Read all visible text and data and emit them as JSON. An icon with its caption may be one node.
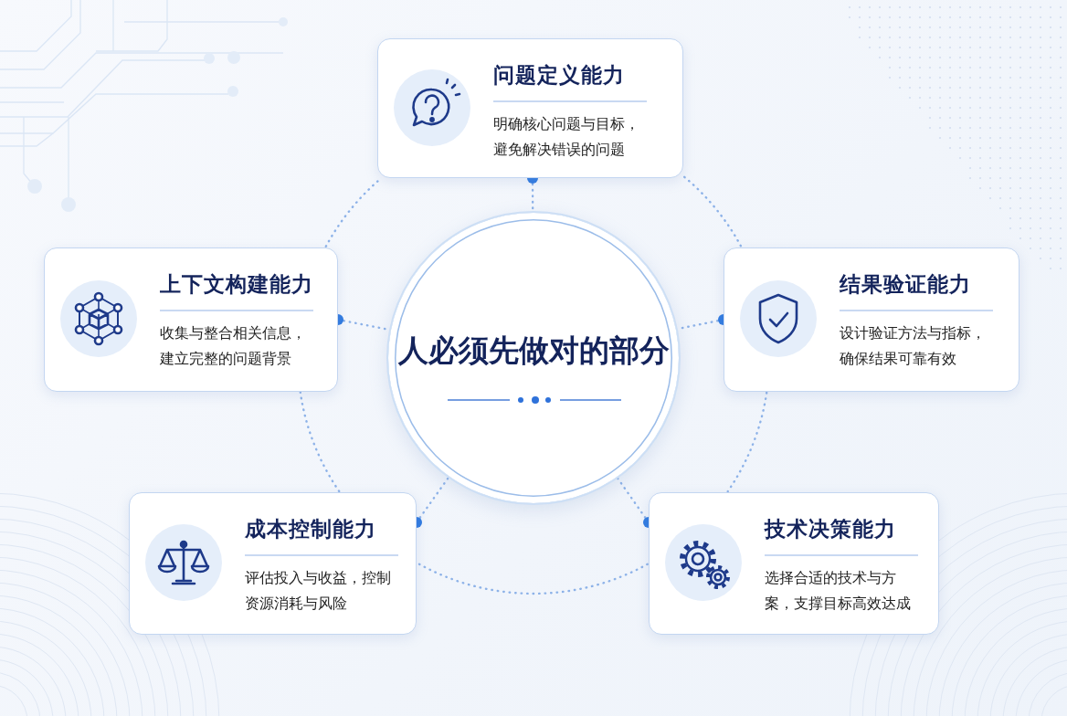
{
  "diagram": {
    "nodes": [
      {
        "text": [
          "问题定义能力",
          "明确核心问题与目标，避免解决错误的问题"
        ]
      },
      {
        "text": [
          "上下文构建能力",
          "收集与整合相关信息，建立完整的问题背景"
        ]
      },
      {
        "text": [
          "人必须先做对的部分"
        ]
      },
      {
        "text": [
          "结果验证能力",
          "设计验证方法与指标，确保结果可靠有效"
        ]
      },
      {
        "text": [
          "成本控制能力",
          "评估投入与收益，控制资源消耗与风险"
        ]
      },
      {
        "text": [
          "技术决策能力",
          "选择合适的技术与方案，支撑目标高效达成"
        ]
      }
    ],
    "edges": [
      {
        "from": 0,
        "to": 2,
        "arrow": "other",
        "style": "dashed"
      },
      {
        "from": 1,
        "to": 2,
        "arrow": "other",
        "style": "dashed"
      },
      {
        "from": 3,
        "to": 2,
        "arrow": "other",
        "style": "dashed"
      },
      {
        "from": 4,
        "to": 2,
        "arrow": "other",
        "style": "dashed"
      },
      {
        "from": 5,
        "to": 2,
        "arrow": "other",
        "style": "dashed"
      },
      {
        "from": 0,
        "to": 3,
        "arrow": "none",
        "style": "dashed"
      },
      {
        "from": 3,
        "to": 5,
        "arrow": "none",
        "style": "dashed"
      },
      {
        "from": 5,
        "to": 4,
        "arrow": "none",
        "style": "dashed"
      },
      {
        "from": 4,
        "to": 1,
        "arrow": "none",
        "style": "dashed"
      },
      {
        "from": 1,
        "to": 0,
        "arrow": "none",
        "style": "dashed"
      }
    ]
  }
}
